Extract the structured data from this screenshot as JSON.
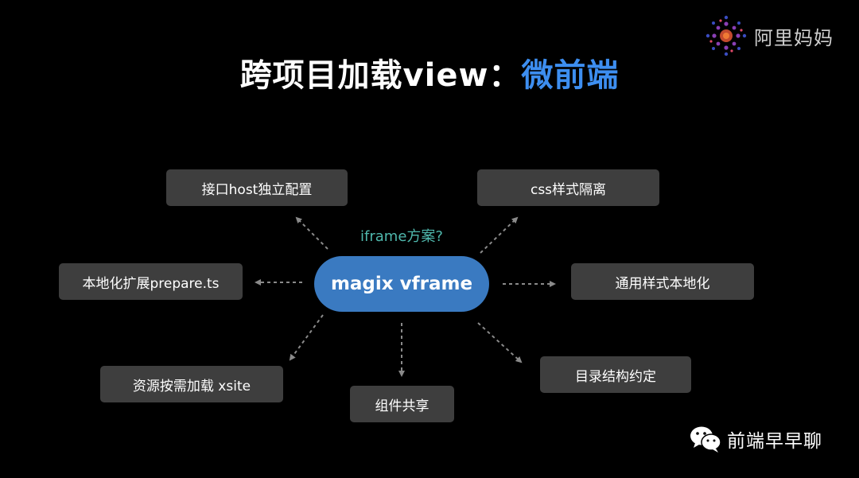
{
  "title": {
    "main": "跨项目加载view：",
    "accent": "微前端"
  },
  "logo": {
    "text": "阿里妈妈"
  },
  "center_node": {
    "label": "magix vframe"
  },
  "iframe_question": "iframe方案?",
  "boxes": {
    "host_config": "接口host独立配置",
    "css_isolation": "css样式隔离",
    "prepare": "本地化扩展prepare.ts",
    "common_style": "通用样式本地化",
    "xsite": "资源按需加载 xsite",
    "component_share": "组件共享",
    "dir_convention": "目录结构约定"
  },
  "watermark": {
    "text": "前端早早聊"
  },
  "colors": {
    "background": "#000000",
    "accent": "#3d8ef0",
    "center_fill": "#3a7ac1",
    "box_fill": "#3e3e3e",
    "iframe_text": "#4fb8ad",
    "connector": "#8a8a8a"
  }
}
